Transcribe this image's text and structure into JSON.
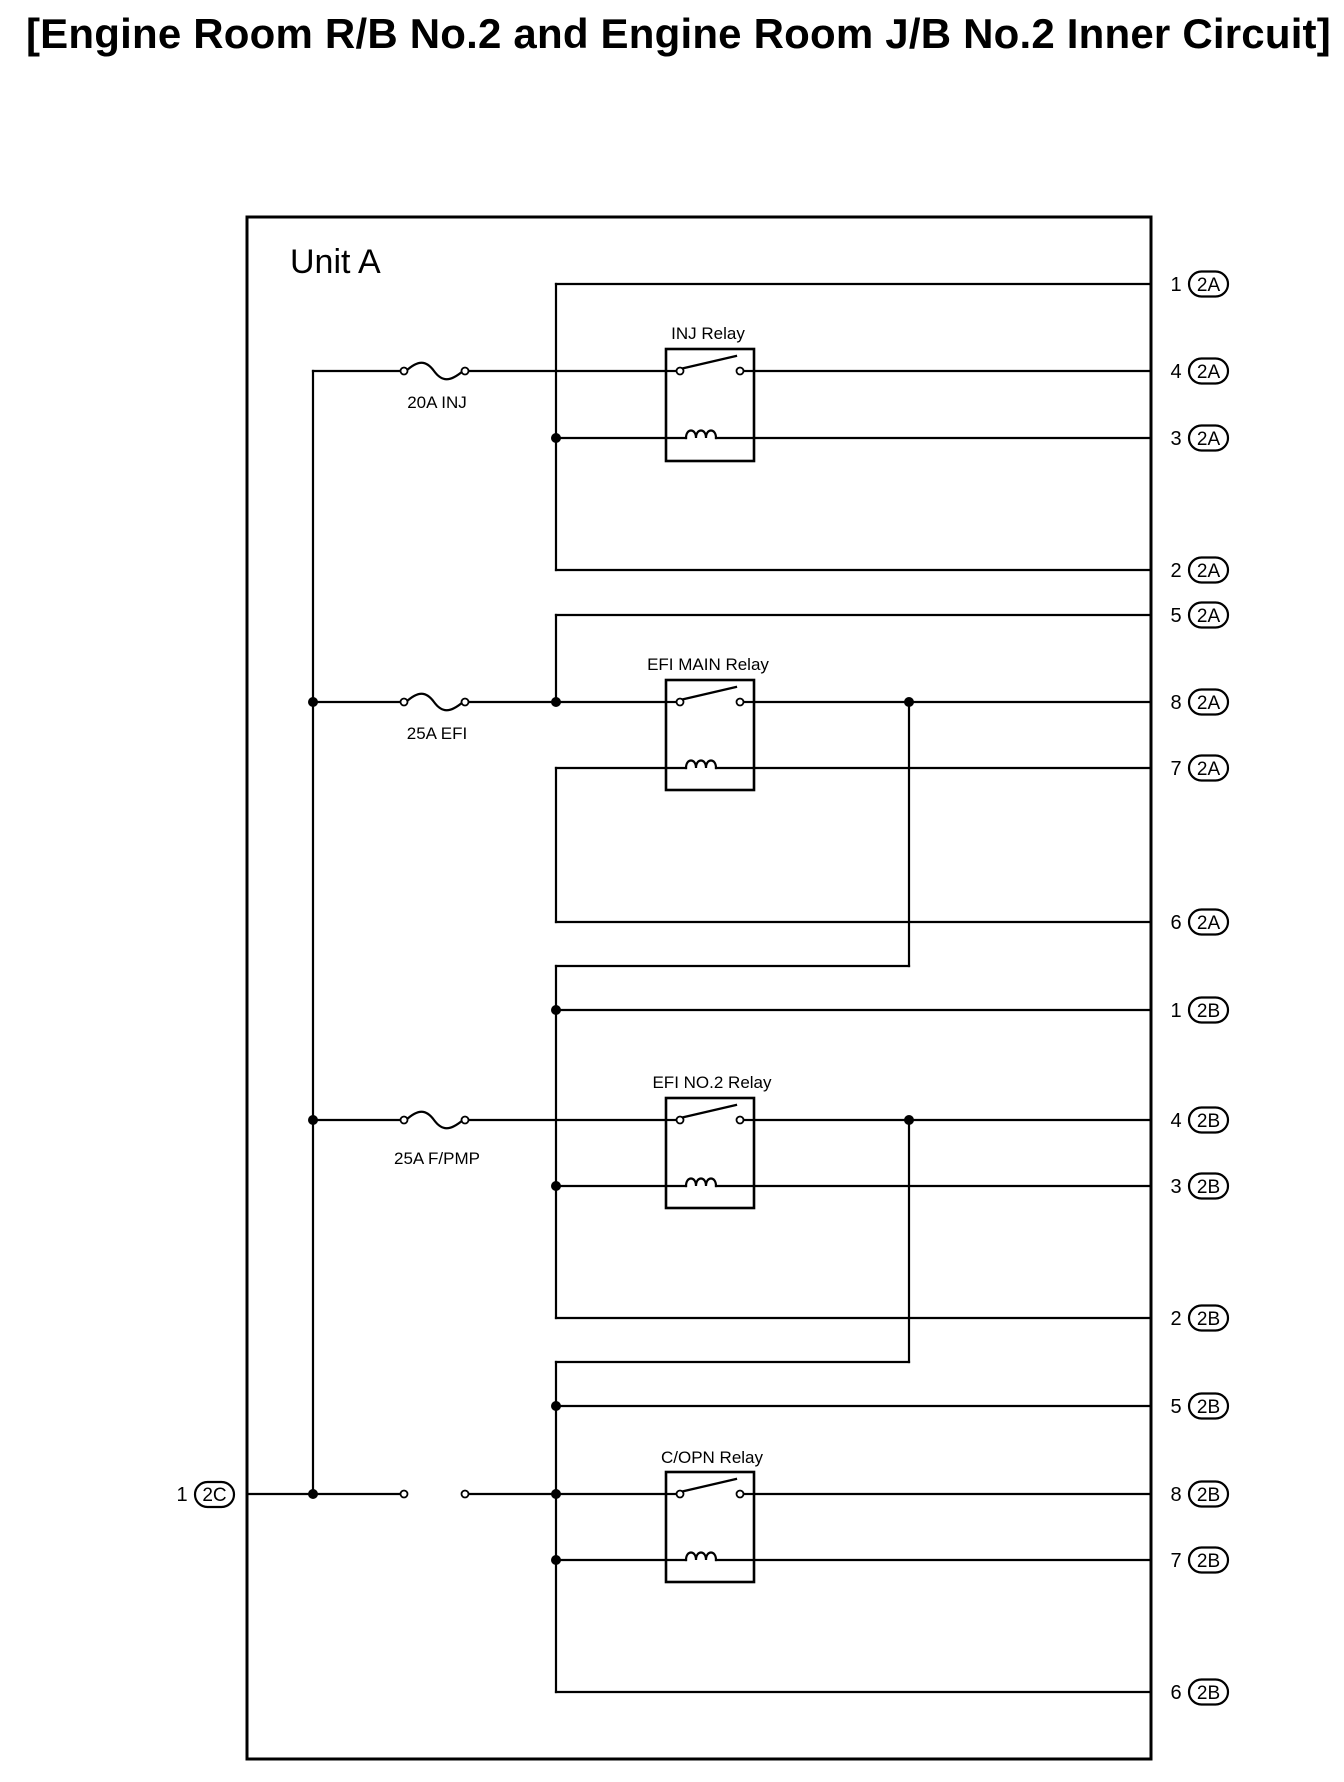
{
  "title": "[Engine Room R/B No.2 and Engine Room J/B No.2 Inner Circuit]",
  "unit_label": "Unit A",
  "fuses": {
    "inj": "20A INJ",
    "efi": "25A EFI",
    "fpmp": "25A F/PMP"
  },
  "relays": {
    "inj": "INJ Relay",
    "efi_main": "EFI MAIN Relay",
    "efi_no2": "EFI NO.2 Relay",
    "c_opn": "C/OPN Relay"
  },
  "terminals": {
    "left": {
      "pin": "1",
      "connector": "2C"
    },
    "right": [
      {
        "pin": "1",
        "connector": "2A"
      },
      {
        "pin": "4",
        "connector": "2A"
      },
      {
        "pin": "3",
        "connector": "2A"
      },
      {
        "pin": "2",
        "connector": "2A"
      },
      {
        "pin": "5",
        "connector": "2A"
      },
      {
        "pin": "8",
        "connector": "2A"
      },
      {
        "pin": "7",
        "connector": "2A"
      },
      {
        "pin": "6",
        "connector": "2A"
      },
      {
        "pin": "1",
        "connector": "2B"
      },
      {
        "pin": "4",
        "connector": "2B"
      },
      {
        "pin": "3",
        "connector": "2B"
      },
      {
        "pin": "2",
        "connector": "2B"
      },
      {
        "pin": "5",
        "connector": "2B"
      },
      {
        "pin": "8",
        "connector": "2B"
      },
      {
        "pin": "7",
        "connector": "2B"
      },
      {
        "pin": "6",
        "connector": "2B"
      }
    ]
  }
}
